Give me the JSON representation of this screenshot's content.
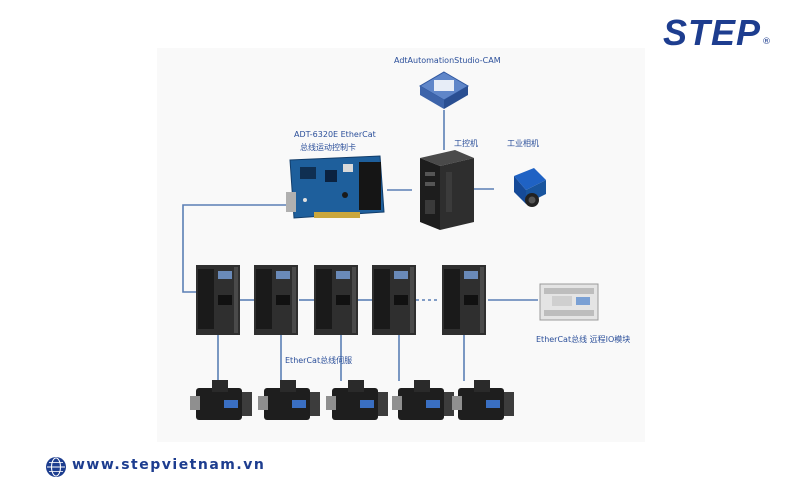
{
  "brand": {
    "name": "STEP",
    "reg_mark": "®",
    "website": "www.stepvietnam.vn",
    "color": "#1d3d8f"
  },
  "diagram": {
    "software": "AdtAutomationStudio-CAM",
    "motion_card": {
      "line1": "ADT-6320E EtherCat",
      "line2": "总线运动控制卡"
    },
    "industrial_pc": "工控机",
    "camera": "工业相机",
    "servo_label": "EtherCat总线伺服",
    "io_module": "EtherCat总线 远程IO模块",
    "line_color": "#5b7fb5",
    "servo_count": 5
  },
  "icons": [
    "globe-icon",
    "software-box-icon",
    "motion-card-icon",
    "industrial-pc-icon",
    "camera-icon",
    "servo-drive-icon",
    "servo-motor-icon",
    "io-module-icon"
  ]
}
